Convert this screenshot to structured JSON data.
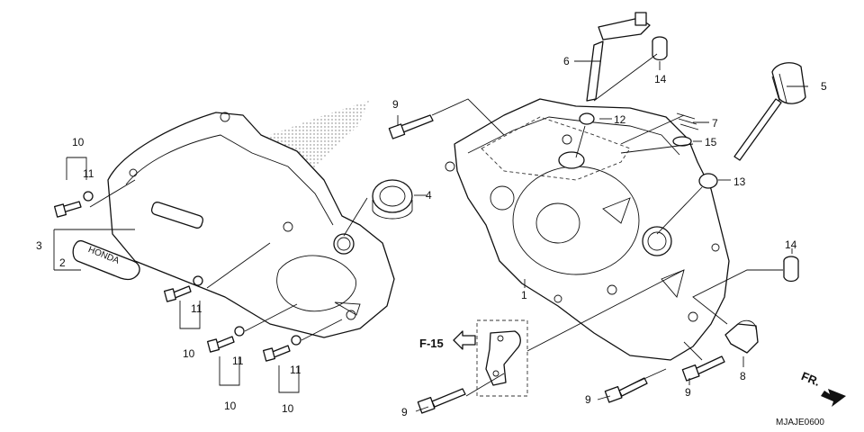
{
  "diagram": {
    "callouts": {
      "c1": "1",
      "c2": "2",
      "c3": "3",
      "c4": "4",
      "c5": "5",
      "c6": "6",
      "c7": "7",
      "c8": "8",
      "c9a": "9",
      "c9b": "9",
      "c9c": "9",
      "c9d": "9",
      "c10a": "10",
      "c10b": "10",
      "c10c": "10",
      "c10d": "10",
      "c11a": "11",
      "c11b": "11",
      "c11c": "11",
      "c11d": "11",
      "c12": "12",
      "c13": "13",
      "c14a": "14",
      "c14b": "14",
      "c15": "15"
    },
    "ref_label": "F-15",
    "front_label": "FR.",
    "emblem_text": "HONDA",
    "diagram_code": "MJAJE0600"
  }
}
